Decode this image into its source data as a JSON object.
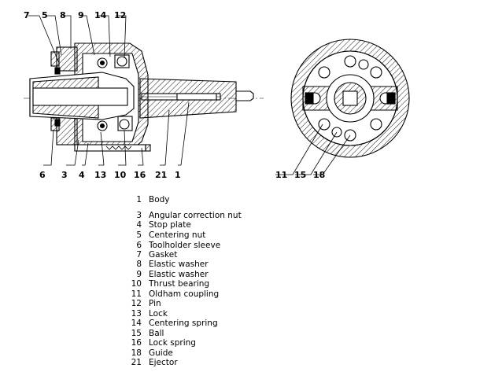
{
  "callouts_top": [
    "7",
    "5",
    "8",
    "9",
    "14",
    "12"
  ],
  "callouts_bottom": [
    "6",
    "3",
    "4",
    "13",
    "10",
    "16",
    "21",
    "1"
  ],
  "callouts_right": [
    "11",
    "15",
    "18"
  ],
  "legend": [
    {
      "num": "1",
      "label": "Body"
    },
    {
      "num": "3",
      "label": "Angular correction nut"
    },
    {
      "num": "4",
      "label": "Stop plate"
    },
    {
      "num": "5",
      "label": "Centering nut"
    },
    {
      "num": "6",
      "label": "Toolholder sleeve"
    },
    {
      "num": "7",
      "label": "Gasket"
    },
    {
      "num": "8",
      "label": "Elastic washer"
    },
    {
      "num": "9",
      "label": "Elastic washer"
    },
    {
      "num": "10",
      "label": "Thrust bearing"
    },
    {
      "num": "11",
      "label": "Oldham coupling"
    },
    {
      "num": "12",
      "label": "Pin"
    },
    {
      "num": "13",
      "label": "Lock"
    },
    {
      "num": "14",
      "label": "Centering spring"
    },
    {
      "num": "15",
      "label": "Ball"
    },
    {
      "num": "16",
      "label": "Lock spring"
    },
    {
      "num": "18",
      "label": "Guide"
    },
    {
      "num": "21",
      "label": "Ejector"
    }
  ]
}
